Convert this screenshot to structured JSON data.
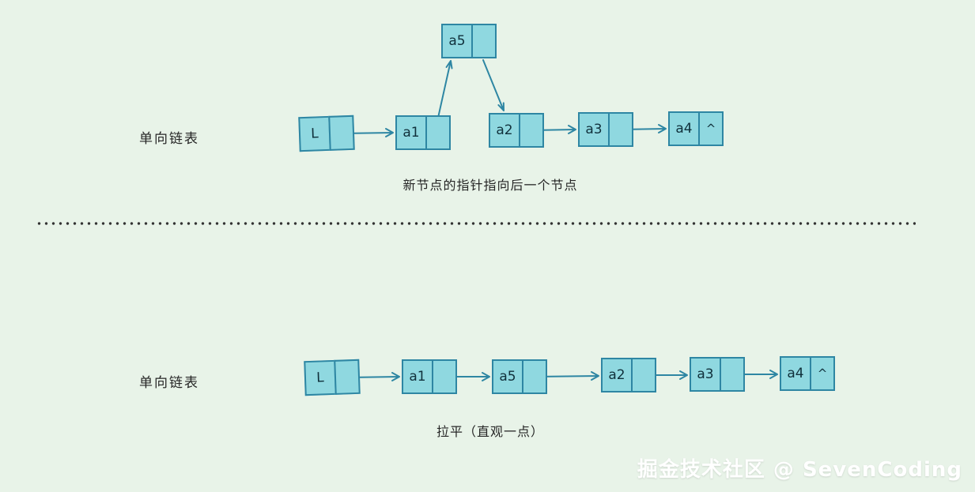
{
  "top": {
    "label": "单向链表",
    "caption": "新节点的指针指向后一个节点",
    "nodes": [
      {
        "id": "L",
        "label": "L",
        "pointer": ""
      },
      {
        "id": "a1",
        "label": "a1",
        "pointer": ""
      },
      {
        "id": "a5",
        "label": "a5",
        "pointer": ""
      },
      {
        "id": "a2",
        "label": "a2",
        "pointer": ""
      },
      {
        "id": "a3",
        "label": "a3",
        "pointer": ""
      },
      {
        "id": "a4",
        "label": "a4",
        "pointer": "^"
      }
    ]
  },
  "bottom": {
    "label": "单向链表",
    "caption": "拉平（直观一点）",
    "nodes": [
      {
        "id": "L",
        "label": "L",
        "pointer": ""
      },
      {
        "id": "a1",
        "label": "a1",
        "pointer": ""
      },
      {
        "id": "a5",
        "label": "a5",
        "pointer": ""
      },
      {
        "id": "a2",
        "label": "a2",
        "pointer": ""
      },
      {
        "id": "a3",
        "label": "a3",
        "pointer": ""
      },
      {
        "id": "a4",
        "label": "a4",
        "pointer": "^"
      }
    ]
  },
  "watermark": "掘金技术社区 @ SevenCoding",
  "colors": {
    "background": "#e8f3e8",
    "node_fill": "#8fd8e0",
    "node_border": "#2e86a3",
    "arrow": "#2e86a3",
    "text": "#262626",
    "node_text": "#10303b",
    "watermark": "#ffffff",
    "dots": "#333333"
  }
}
